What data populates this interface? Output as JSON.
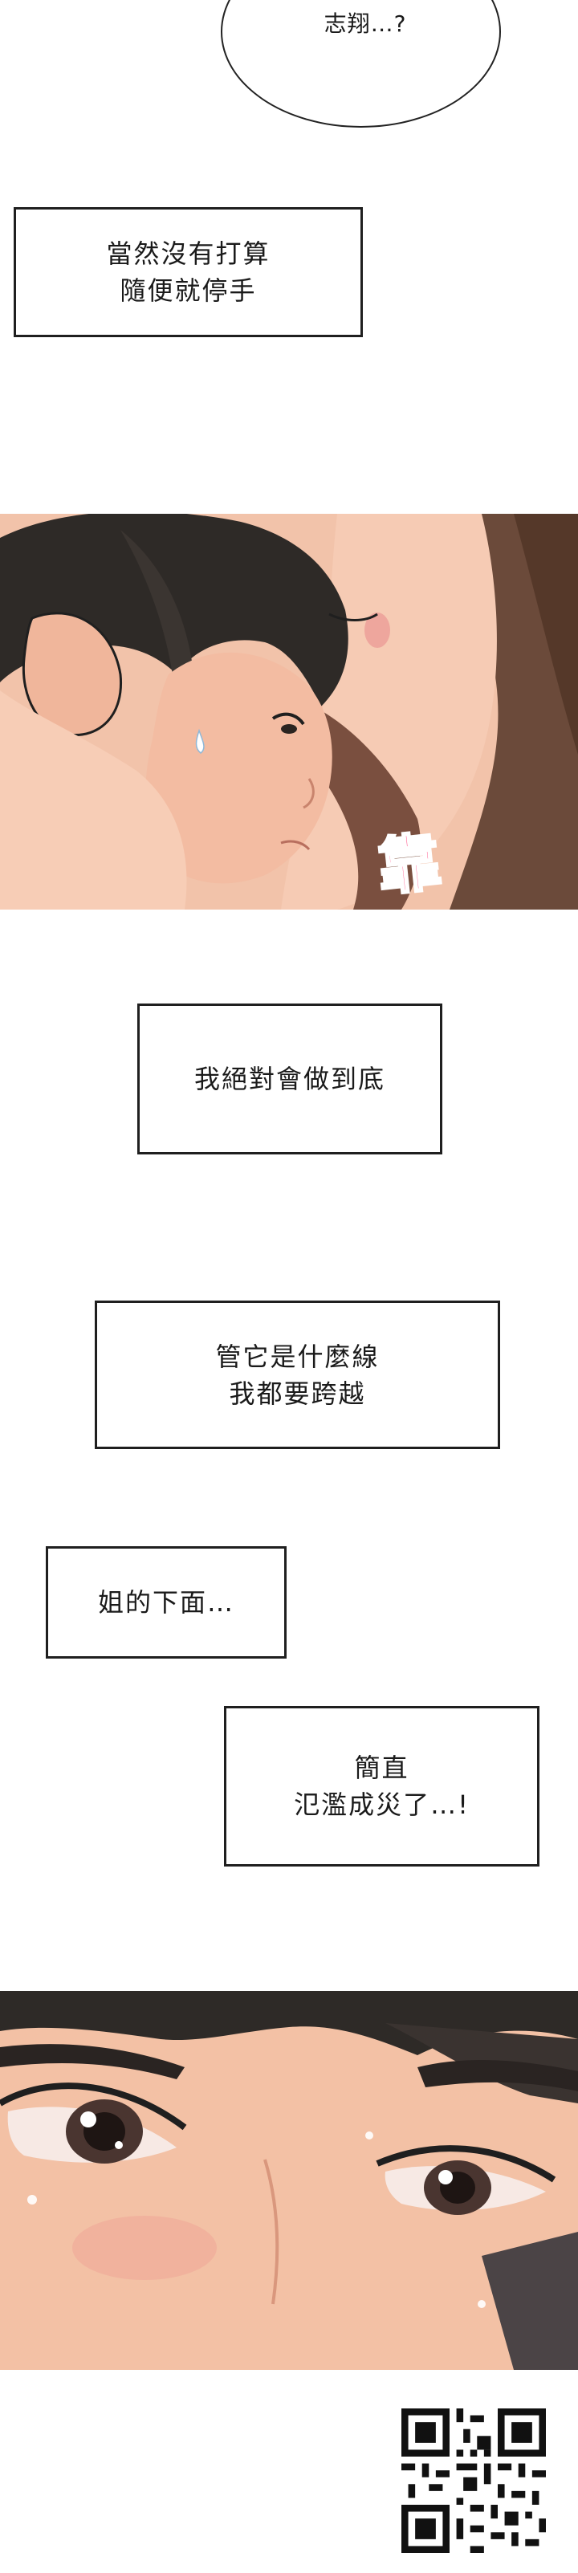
{
  "captions": {
    "oval_speech": "志翔…?",
    "box1": "當然沒有打算\n隨便就停手",
    "box2": "我絕對會做到底",
    "box3": "管它是什麼線\n我都要跨越",
    "box4": "姐的下面…",
    "box5": "簡直\n氾濫成災了…!"
  },
  "panel1": {
    "sfx": "靠"
  },
  "colors": {
    "skin": "#f4c1a6",
    "skin_shadow": "#e79f86",
    "hair_dark": "#2e2a27",
    "hair_brown": "#6b4a3a",
    "sfx_pink": "#ff4f86",
    "outline": "#1f1f1f"
  },
  "icons": {
    "qr": "qr-code-icon"
  }
}
